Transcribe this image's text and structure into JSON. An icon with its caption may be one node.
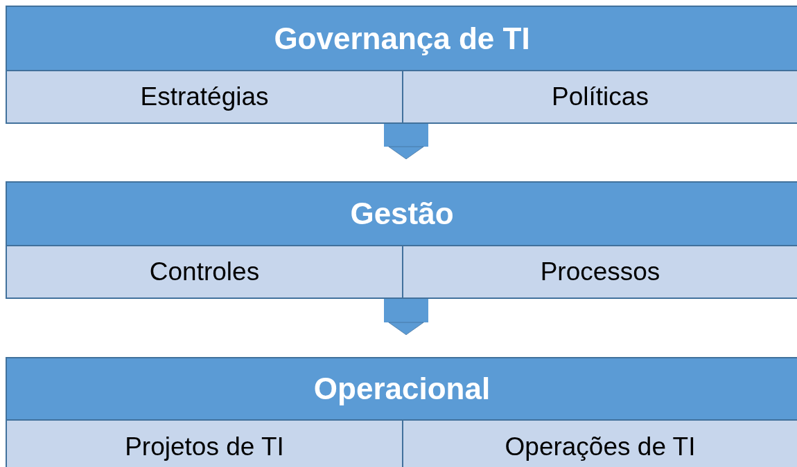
{
  "diagram": {
    "nodes": [
      {
        "text": [
          "Governança de TI"
        ]
      },
      {
        "text": [
          "Estratégias"
        ],
        "in": 0
      },
      {
        "text": [
          "Políticas"
        ],
        "in": 0
      },
      {
        "text": [
          "Gestão"
        ]
      },
      {
        "text": [
          "Controles"
        ],
        "in": 3
      },
      {
        "text": [
          "Processos"
        ],
        "in": 3
      },
      {
        "text": [
          "Operacional"
        ]
      },
      {
        "text": [
          "Projetos de TI"
        ],
        "in": 6
      },
      {
        "text": [
          "Operações de TI"
        ],
        "in": 6
      }
    ],
    "edges": [
      {
        "from": 0,
        "to": 3,
        "arrow": "to"
      },
      {
        "from": 3,
        "to": 6,
        "arrow": "to"
      }
    ]
  }
}
